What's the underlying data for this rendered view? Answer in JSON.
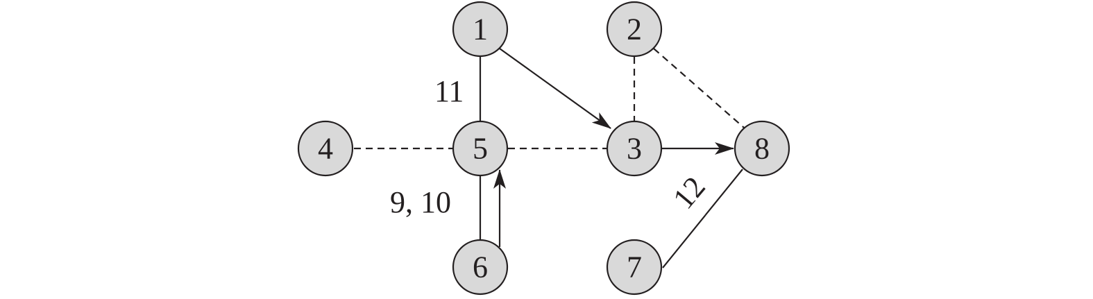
{
  "diagram": {
    "nodes": [
      {
        "id": "1",
        "label": "1"
      },
      {
        "id": "2",
        "label": "2"
      },
      {
        "id": "3",
        "label": "3"
      },
      {
        "id": "4",
        "label": "4"
      },
      {
        "id": "5",
        "label": "5"
      },
      {
        "id": "6",
        "label": "6"
      },
      {
        "id": "7",
        "label": "7"
      },
      {
        "id": "8",
        "label": "8"
      }
    ],
    "edges": [
      {
        "from": "1",
        "to": "5",
        "style": "solid",
        "directed": false
      },
      {
        "from": "1",
        "to": "3",
        "style": "solid",
        "directed": true
      },
      {
        "from": "2",
        "to": "3",
        "style": "dashed",
        "directed": false
      },
      {
        "from": "2",
        "to": "8",
        "style": "dashed",
        "directed": false
      },
      {
        "from": "4",
        "to": "5",
        "style": "dashed",
        "directed": false
      },
      {
        "from": "5",
        "to": "3",
        "style": "dashed",
        "directed": false
      },
      {
        "from": "3",
        "to": "8",
        "style": "solid",
        "directed": true
      },
      {
        "from": "5",
        "to": "6",
        "style": "solid",
        "directed": false
      },
      {
        "from": "6",
        "to": "5",
        "style": "solid",
        "directed": true
      },
      {
        "from": "7",
        "to": "8",
        "style": "solid",
        "directed": false
      }
    ],
    "edge_labels": {
      "label_11": "11",
      "label_9_10": "9, 10",
      "label_12": "12"
    },
    "colors": {
      "node_fill": "#d9d9d9",
      "stroke": "#231f20",
      "text": "#231f20"
    }
  }
}
